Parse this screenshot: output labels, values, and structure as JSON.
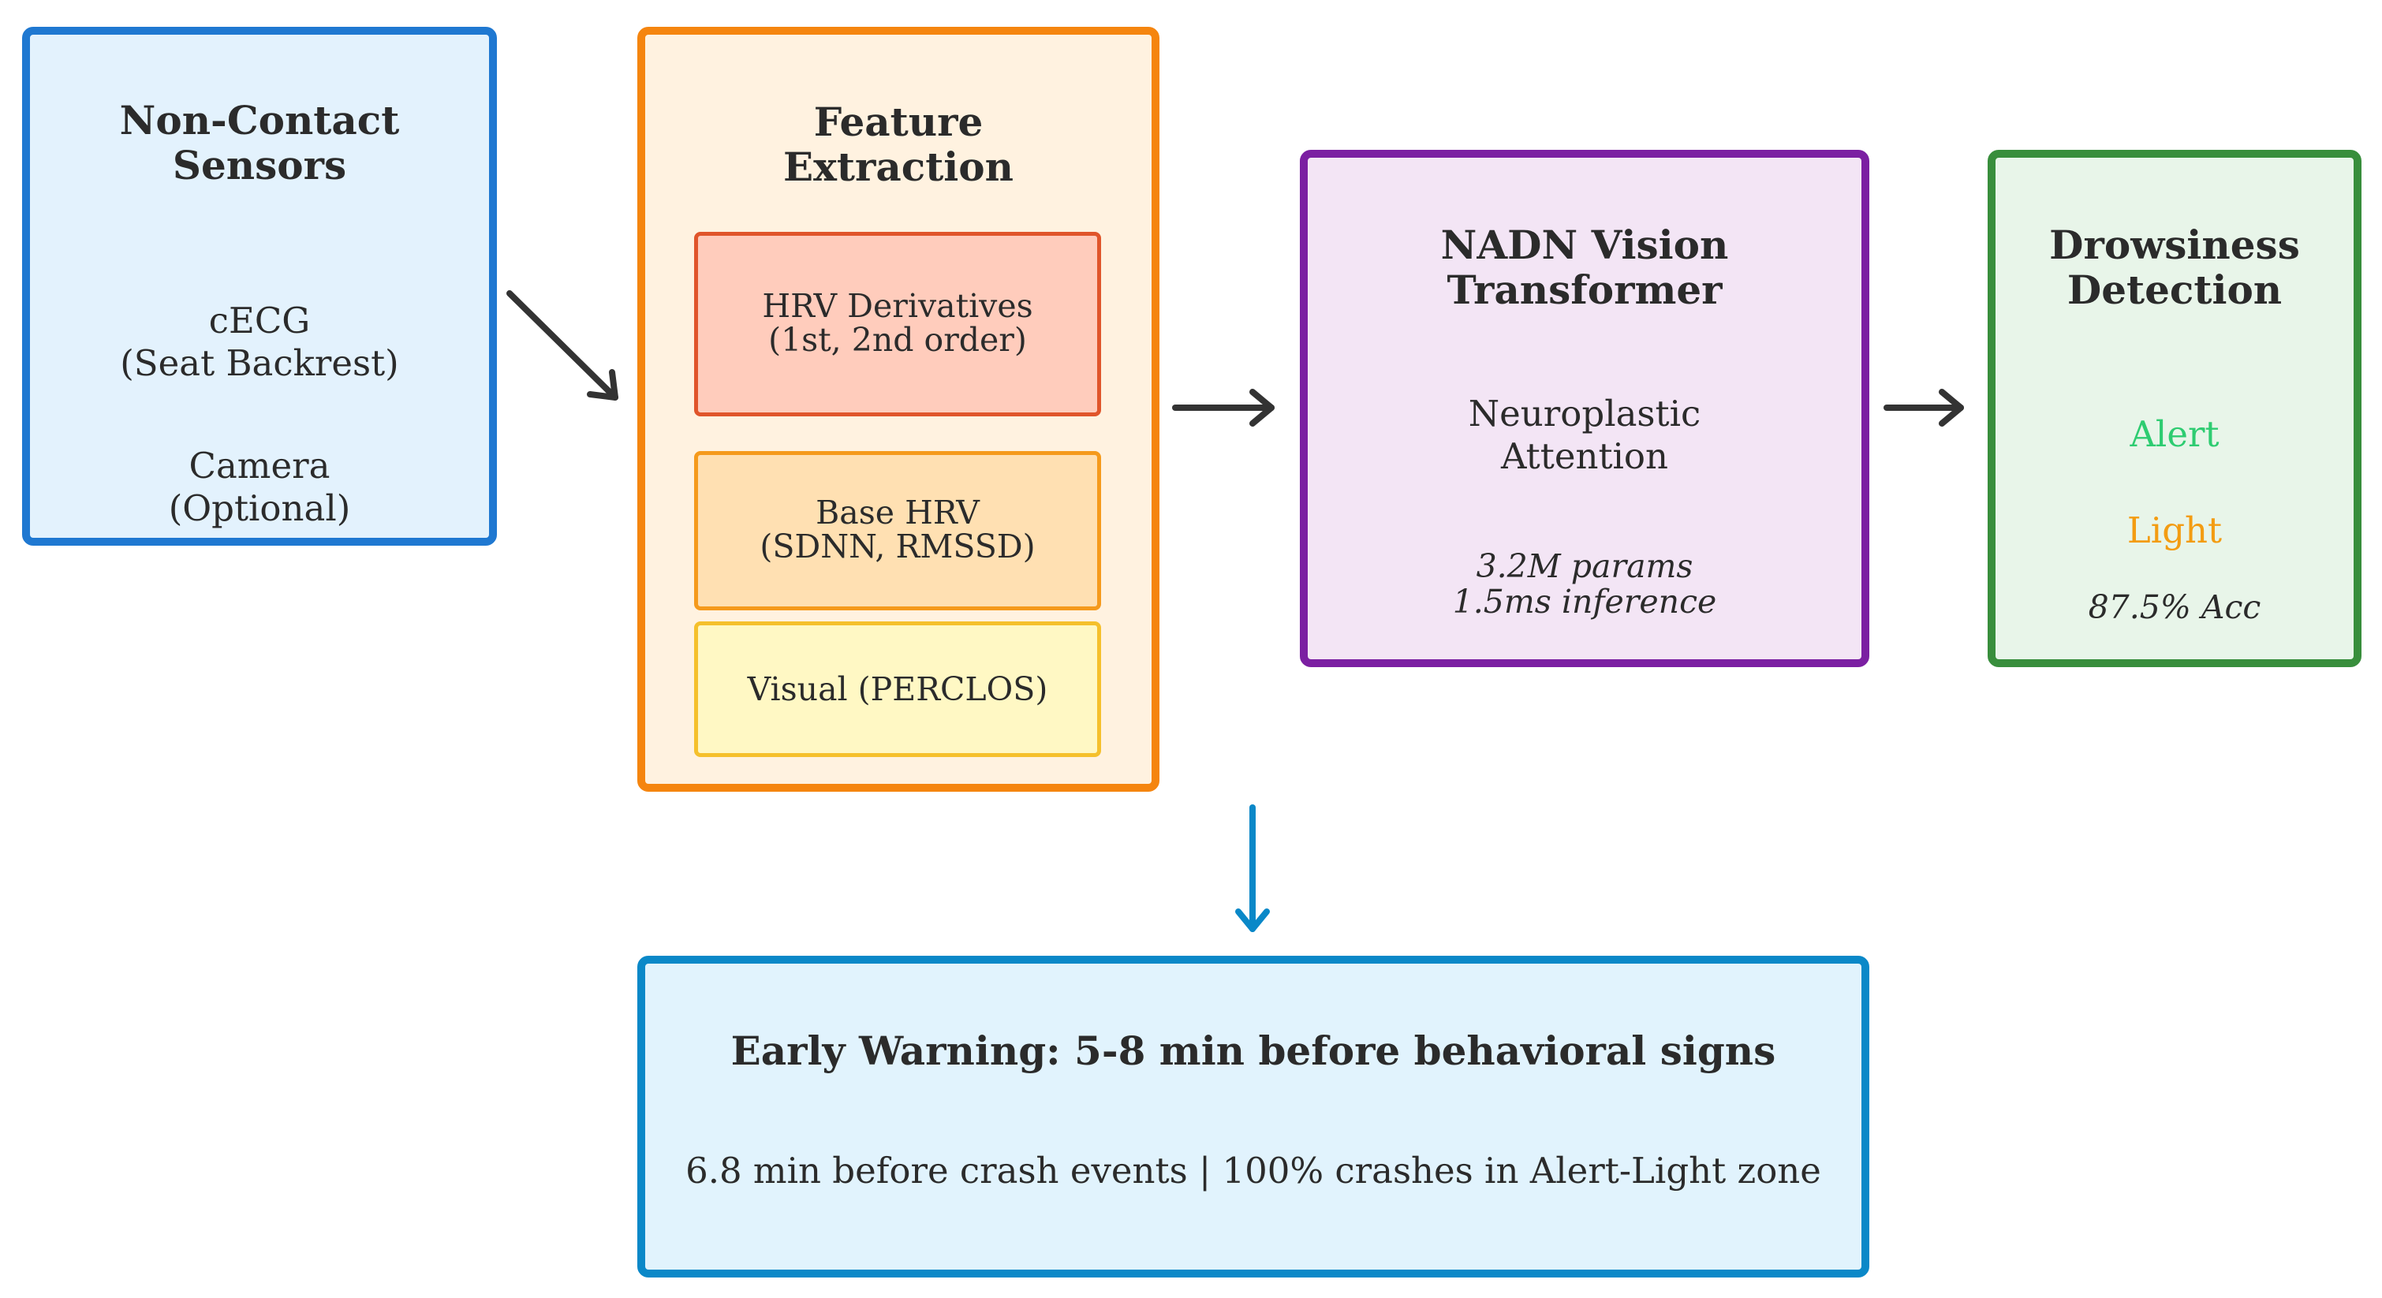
{
  "sensors": {
    "title": "Non-Contact\nSensors",
    "cecg": "cECG\n(Seat Backrest)",
    "camera": "Camera\n(Optional)"
  },
  "features": {
    "title": "Feature\nExtraction",
    "hrv_derivatives": "HRV Derivatives\n(1st, 2nd order)",
    "base_hrv": "Base HRV\n(SDNN, RMSSD)",
    "visual": "Visual (PERCLOS)"
  },
  "transformer": {
    "title": "NADN Vision\nTransformer",
    "attention": "Neuroplastic\nAttention",
    "stats": "3.2M params\n1.5ms inference"
  },
  "detection": {
    "title": "Drowsiness\nDetection",
    "alert": "Alert",
    "light": "Light",
    "accuracy": "87.5% Acc"
  },
  "warning": {
    "title": "Early Warning: 5-8 min before behavioral signs",
    "detail": "6.8 min before crash events | 100% crashes in Alert-Light zone"
  },
  "colors": {
    "sensors_border": "#1f78d1",
    "sensors_fill": "#e3f2fd",
    "features_border": "#f5850f",
    "features_fill": "#fff2e0",
    "hrv_deriv_border": "#e0552b",
    "hrv_deriv_fill": "#ffccbc",
    "base_hrv_border": "#f59a1c",
    "base_hrv_fill": "#ffe0b2",
    "visual_border": "#f5c02c",
    "visual_fill": "#fff8c4",
    "transformer_border": "#7b1fa2",
    "transformer_fill": "#f3e5f5",
    "detection_border": "#388e3c",
    "detection_fill": "#e8f5e9",
    "warning_border": "#0a88c8",
    "warning_fill": "#e1f3fd",
    "alert_text": "#2ecc71",
    "light_text": "#f39c12",
    "arrow_dark": "#333333",
    "arrow_blue": "#0a88c8"
  }
}
